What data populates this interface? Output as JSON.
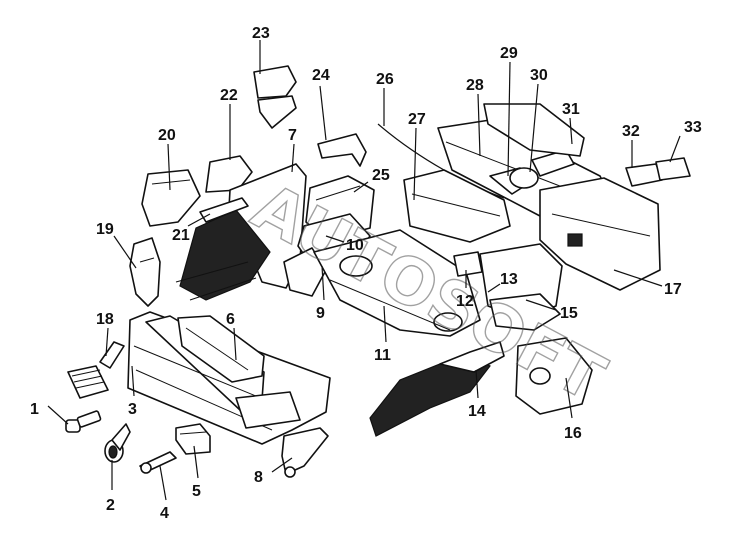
{
  "diagram": {
    "watermark_text": "AUTOSOFT",
    "callouts": [
      "1",
      "2",
      "3",
      "4",
      "5",
      "6",
      "7",
      "8",
      "9",
      "10",
      "11",
      "12",
      "13",
      "14",
      "15",
      "16",
      "17",
      "18",
      "19",
      "20",
      "21",
      "22",
      "23",
      "24",
      "25",
      "26",
      "27",
      "28",
      "29",
      "30",
      "31",
      "32",
      "33"
    ]
  }
}
